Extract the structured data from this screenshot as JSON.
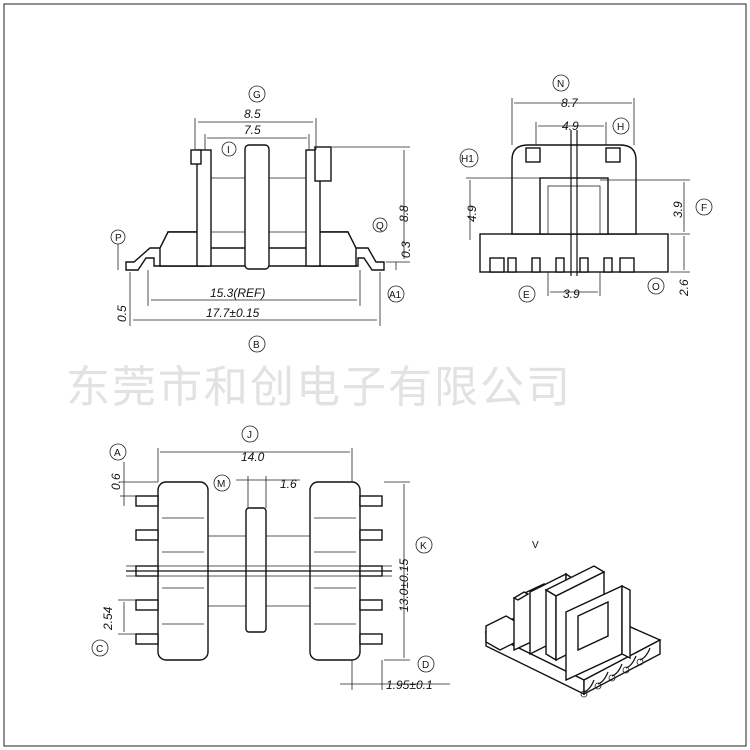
{
  "watermark": "东莞市和创电子有限公司",
  "front_view": {
    "labels": [
      "G",
      "I",
      "Q",
      "P",
      "A1",
      "B"
    ],
    "dims": {
      "top_outer": "8.5",
      "top_inner": "7.5",
      "height": "8.8",
      "step": "0.3",
      "pin_offset": "0.5",
      "ref_width": "15.3(REF)",
      "total_width": "17.7±0.15"
    }
  },
  "side_view": {
    "labels": [
      "N",
      "H",
      "H1",
      "F",
      "E",
      "O"
    ],
    "dims": {
      "top_width": "8.7",
      "inner_width": "4.9",
      "left_height": "4.9",
      "right_height": "3.9",
      "bottom_width": "3.9",
      "pin_length": "2.6"
    }
  },
  "bottom_view": {
    "labels": [
      "J",
      "A",
      "M",
      "K",
      "C",
      "D"
    ],
    "dims": {
      "width": "14.0",
      "pin_stub": "0.6",
      "flange": "1.6",
      "height": "13.0±0.15",
      "pitch": "2.54",
      "pin_pitch": "1.95±0.1"
    }
  },
  "iso_view": {
    "mark": "V"
  }
}
